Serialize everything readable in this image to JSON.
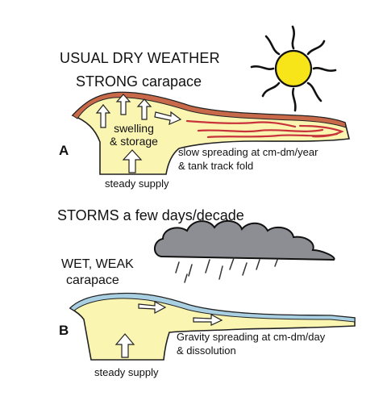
{
  "panel_a": {
    "weather_label": "USUAL DRY WEATHER",
    "carapace_label": "STRONG carapace",
    "core_label_line1": "swelling",
    "core_label_line2": "& storage",
    "panel_letter": "A",
    "flow_label_line1": "slow spreading at cm-dm/year",
    "flow_label_line2": "& tank track fold",
    "supply_label": "steady supply",
    "icons": [
      "sun-icon",
      "up-arrow-icon",
      "right-arrow-icon"
    ]
  },
  "panel_b": {
    "weather_label": "STORMS a few days/decade",
    "carapace_label_line1": "WET, WEAK",
    "carapace_label_line2": "carapace",
    "panel_letter": "B",
    "flow_label_line1": "Gravity spreading at cm-dm/day",
    "flow_label_line2": "& dissolution",
    "supply_label": "steady supply",
    "icons": [
      "rain-cloud-icon",
      "up-arrow-icon",
      "right-arrow-icon"
    ]
  },
  "colors": {
    "salt_fill": "#fbf5b2",
    "carapace_strong": "#c86a4a",
    "carapace_weak": "#a9cfe3",
    "fold_red": "#c8323a",
    "sun_fill": "#f7e51a",
    "cloud_fill": "#8d8e93",
    "outline": "#222222"
  }
}
